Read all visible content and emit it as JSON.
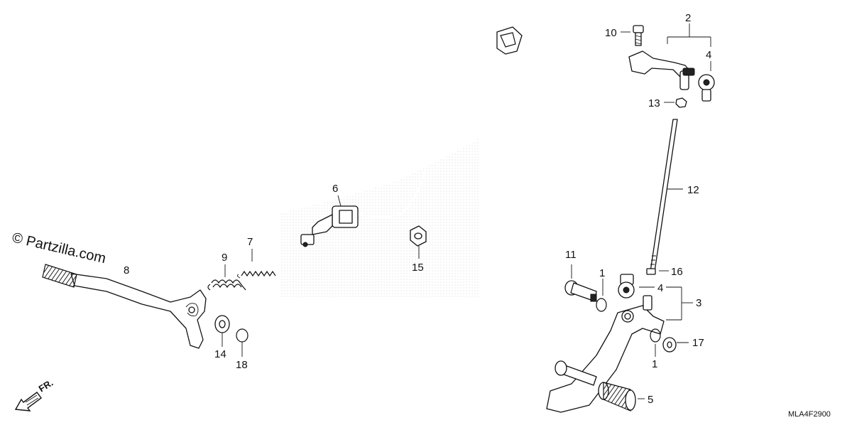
{
  "watermark": "© Partzilla.com",
  "diagram_code": "MLA4F2900",
  "front_arrow_label": "FR.",
  "callouts": {
    "c1a": "1",
    "c1b": "1",
    "c2": "2",
    "c3": "3",
    "c4a": "4",
    "c4b": "4",
    "c5": "5",
    "c6": "6",
    "c7": "7",
    "c8": "8",
    "c9": "9",
    "c10": "10",
    "c11": "11",
    "c12": "12",
    "c13": "13",
    "c14": "14",
    "c15": "15",
    "c16": "16",
    "c17": "17",
    "c18": "18"
  },
  "colors": {
    "stroke": "#111111",
    "background": "#ffffff"
  }
}
